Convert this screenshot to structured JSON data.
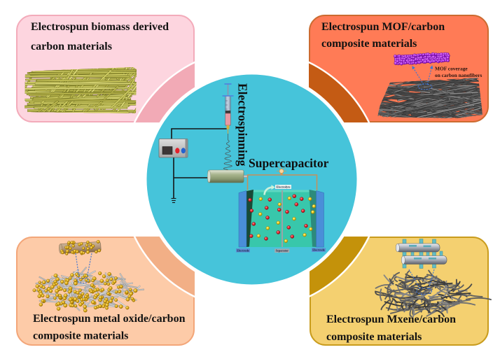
{
  "panels": [
    {
      "title_lines": [
        "Electrospun biomass derived",
        "carbon materials"
      ],
      "colors": {
        "fill": "#FDD5DF",
        "border": "#F3ABBA",
        "accent": "#F2AAB6"
      }
    },
    {
      "title_lines": [
        "Electrospun MOF/carbon",
        "composite materials"
      ],
      "annotation_lines": [
        "MOF coverage",
        "on carbon nanofibers"
      ],
      "colors": {
        "fill": "#FF7B56",
        "border": "#CC6B30",
        "accent": "#C45B14"
      }
    },
    {
      "title_lines": [
        "Electrospun metal oxide/carbon",
        "composite materials"
      ],
      "colors": {
        "fill": "#FDCBA8",
        "border": "#F3A679",
        "accent": "#F2AF86"
      }
    },
    {
      "title_lines": [
        "Electrospun Mxene/carbon",
        "composite materials"
      ],
      "colors": {
        "fill": "#F4D070",
        "border": "#C99C1D",
        "accent": "#C4920A"
      }
    }
  ],
  "center": {
    "circle_color": "#46C4DA",
    "electrospinning_label": "Electrospinning",
    "supercapacitor": {
      "title": "Supercapacitor",
      "labels": {
        "electrolyte": "Electrolyte",
        "electrode_left": "Electrode",
        "separator": "Separator",
        "electrode_right": "Electrode"
      }
    }
  }
}
